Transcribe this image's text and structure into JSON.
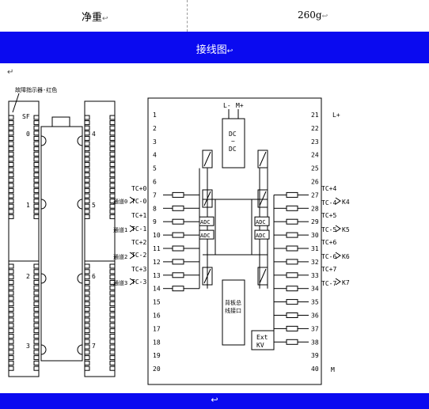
{
  "spec_row": {
    "label": "净重",
    "value": "260g",
    "mark": "↩"
  },
  "section_title": "接线图",
  "para_mark": "↵",
  "footer_mark": "↩",
  "indicator_label": "故障指示器-红色",
  "sf_label": "SF",
  "left_module_numbers": [
    "0",
    "1",
    "2",
    "3"
  ],
  "right_module_numbers": [
    "4",
    "5",
    "6",
    "7"
  ],
  "channel_labels": [
    "通道0",
    "通道1",
    "通道2",
    "通道3"
  ],
  "left_tc_labels": [
    "TC+0",
    "TC-0",
    "TC+1",
    "TC-1",
    "TC+2",
    "TC-2",
    "TC+3",
    "TC-3"
  ],
  "right_tc_labels": [
    "TC+4",
    "TC-4",
    "TC+5",
    "TC-5",
    "TC+6",
    "TC-6",
    "TC+7",
    "TC-7"
  ],
  "k_labels": [
    "K4",
    "K5",
    "K6",
    "K7"
  ],
  "pins_left": [
    "1",
    "2",
    "3",
    "4",
    "5",
    "6",
    "7",
    "8",
    "9",
    "10",
    "11",
    "12",
    "13",
    "14",
    "15",
    "16",
    "17",
    "18",
    "19",
    "20"
  ],
  "pins_right": [
    "21",
    "22",
    "23",
    "24",
    "25",
    "26",
    "27",
    "28",
    "29",
    "30",
    "31",
    "32",
    "33",
    "34",
    "35",
    "36",
    "37",
    "38",
    "39",
    "40"
  ],
  "power_labels": {
    "l_minus": "L-",
    "m_plus": "M+",
    "l_plus": "L+",
    "m": "M"
  },
  "dcdc_label": [
    "DC",
    "~",
    "DC"
  ],
  "adc_label": "ADC",
  "backplane_label": [
    "背板总",
    "线接口"
  ],
  "ext_label": [
    "Ext",
    "KV"
  ]
}
